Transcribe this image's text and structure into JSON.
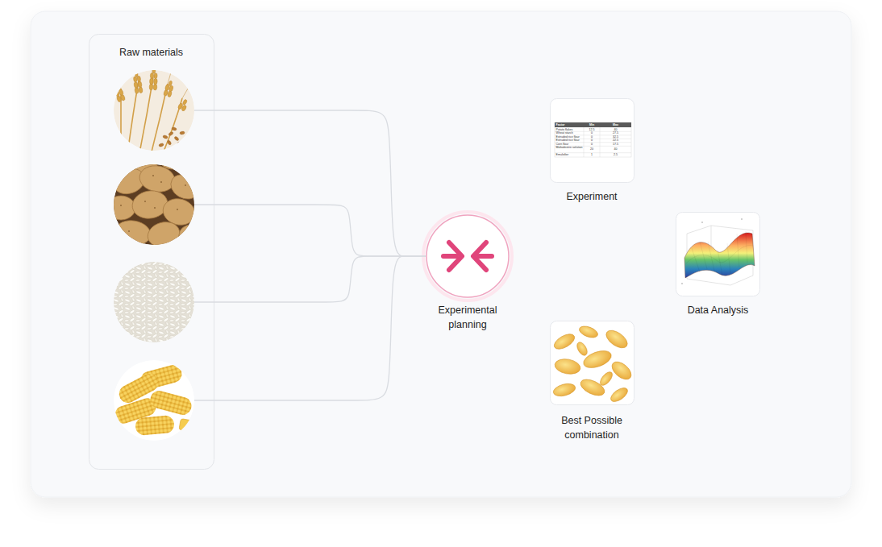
{
  "diagram": {
    "nodes": [
      {
        "text": [
          "Raw materials"
        ]
      },
      {
        "text": [],
        "in": 0
      },
      {
        "text": [],
        "in": 0
      },
      {
        "text": [],
        "in": 0
      },
      {
        "text": [],
        "in": 0
      },
      {
        "text": [
          "Experimental planning"
        ]
      },
      {
        "text": [
          "Experiment"
        ]
      },
      {
        "text": [
          "Data Analysis"
        ]
      },
      {
        "text": [
          "Best Possible combination"
        ]
      }
    ],
    "edges": [
      {
        "from": 1,
        "to": 5,
        "arrow": "none"
      },
      {
        "from": 2,
        "to": 5,
        "arrow": "none"
      },
      {
        "from": 3,
        "to": 5,
        "arrow": "none"
      },
      {
        "from": 4,
        "to": 5,
        "arrow": "none"
      }
    ],
    "labels": [
      "Factor",
      "Min",
      "Max",
      "Potato flakes",
      "12.5",
      "40",
      "Wheat starch",
      "0",
      "27.5",
      "Extruded rice flour",
      "0",
      "32.5",
      "Extruded rice flour",
      "0",
      "22.5",
      "Corn flour",
      "0",
      "17.5",
      "Maltodextrin solution",
      "20",
      "40",
      "Emulsifier",
      "1",
      "2.5"
    ]
  }
}
